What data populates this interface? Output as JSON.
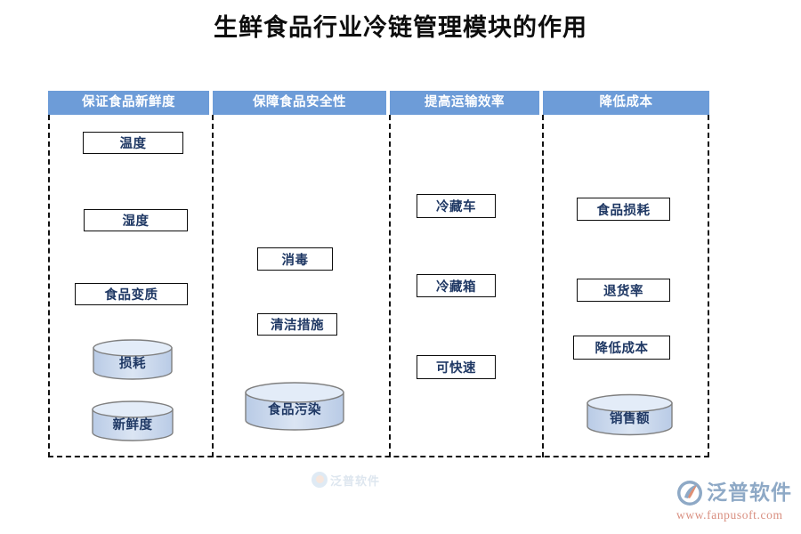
{
  "page": {
    "title": "生鲜食品行业冷链管理模块的作用"
  },
  "diagram": {
    "type": "four-column-grouping",
    "columns": [
      {
        "header": "保证食品新鲜度",
        "nodes": [
          {
            "label": "温度",
            "shape": "rect"
          },
          {
            "label": "湿度",
            "shape": "rect"
          },
          {
            "label": "食品变质",
            "shape": "rect"
          },
          {
            "label": "损耗",
            "shape": "cylinder"
          },
          {
            "label": "新鲜度",
            "shape": "cylinder"
          }
        ]
      },
      {
        "header": "保障食品安全性",
        "nodes": [
          {
            "label": "消毒",
            "shape": "rect"
          },
          {
            "label": "清洁措施",
            "shape": "rect"
          },
          {
            "label": "食品污染",
            "shape": "cylinder"
          }
        ]
      },
      {
        "header": "提高运输效率",
        "nodes": [
          {
            "label": "冷藏车",
            "shape": "rect"
          },
          {
            "label": "冷藏箱",
            "shape": "rect"
          },
          {
            "label": "可快速",
            "shape": "rect"
          }
        ]
      },
      {
        "header": "降低成本",
        "nodes": [
          {
            "label": "食品损耗",
            "shape": "rect"
          },
          {
            "label": "退货率",
            "shape": "rect"
          },
          {
            "label": "降低成本",
            "shape": "rect"
          },
          {
            "label": "销售额",
            "shape": "cylinder"
          }
        ]
      }
    ]
  },
  "watermark": {
    "text": "泛普软件"
  },
  "brand": {
    "name": "泛普软件",
    "url": "www.fanpusoft.com"
  },
  "colors": {
    "header_bar": "#6d9cd8",
    "header_text": "#ffffff",
    "node_text": "#1f3864",
    "node_border": "#0c0c0c",
    "cylinder_fill": "#ccd9ee",
    "cylinder_stroke": "#7f7f7f",
    "divider": "#111111",
    "logo_text": "#8ea9c6",
    "logo_url": "#d98f80"
  }
}
